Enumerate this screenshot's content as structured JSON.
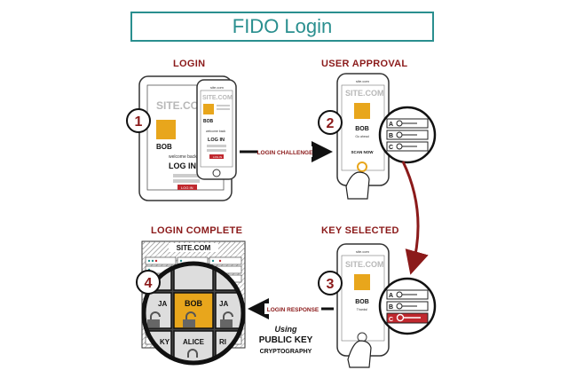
{
  "title": "FIDO Login",
  "steps": [
    {
      "number": "1",
      "heading": "LOGIN"
    },
    {
      "number": "2",
      "heading": "USER APPROVAL"
    },
    {
      "number": "3",
      "heading": "KEY SELECTED"
    },
    {
      "number": "4",
      "heading": "LOGIN COMPLETE"
    }
  ],
  "arrows": {
    "challenge": "LOGIN CHALLENGE",
    "response": "LOGIN RESPONSE"
  },
  "tablet": {
    "site": "SITE.COM",
    "user": "BOB",
    "welcome": "welcome back",
    "login": "LOG IN",
    "button": "LOG IN"
  },
  "phone1": {
    "url": "site.com",
    "site": "SITE.COM",
    "user": "BOB",
    "welcome": "welcome back",
    "login": "LOG IN",
    "button": "LOG IN"
  },
  "phone2": {
    "url": "site.com",
    "site": "SITE.COM",
    "user": "BOB",
    "sub": "Go ahead",
    "scan": "SCAN NOW"
  },
  "phone3": {
    "url": "site.com",
    "site": "SITE.COM",
    "user": "BOB",
    "sub": "Thanks!"
  },
  "keys": {
    "a": "A",
    "b": "B",
    "c": "C"
  },
  "server": {
    "site": "SITE.COM",
    "cell_bob": "BOB",
    "cell_alice": "ALICE",
    "cell_ja": "JA",
    "cell_ja2": "JA",
    "cell_ri": "RI",
    "cell_ky": "KY"
  },
  "crypto": {
    "using": "Using",
    "line1": "PUBLIC KEY",
    "line2": "CRYPTOGRAPHY"
  },
  "colors": {
    "teal": "#2a8f8f",
    "maroon": "#8b1a1a",
    "gold": "#e8a61c",
    "red": "#c0282e"
  }
}
